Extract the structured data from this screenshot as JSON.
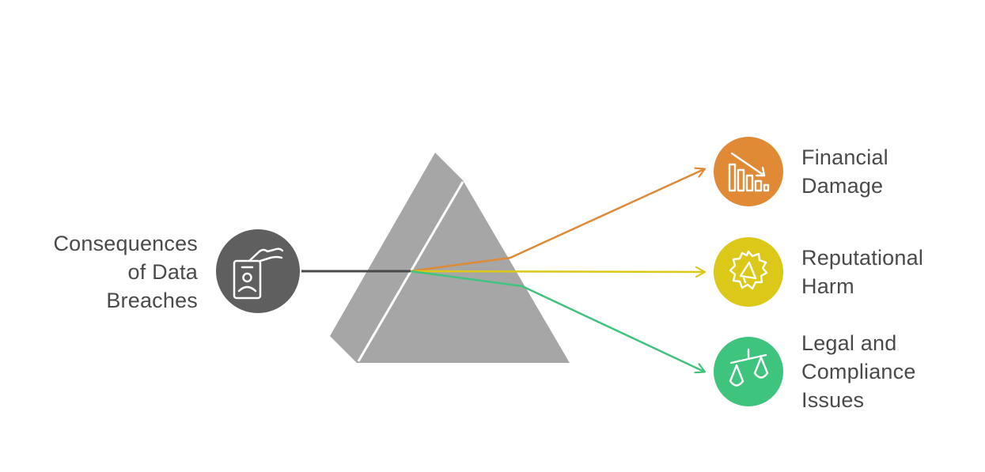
{
  "source": {
    "lines": [
      "Consequences",
      "of Data",
      "Breaches"
    ],
    "icon": "id-card-hand-icon",
    "color": "#5f5f5f"
  },
  "prism_color": "#a6a6a6",
  "outputs": [
    {
      "lines": [
        "Financial",
        "Damage"
      ],
      "icon": "chart-down-icon",
      "color": "#e08a35"
    },
    {
      "lines": [
        "Reputational",
        "Harm"
      ],
      "icon": "megaphone-badge-icon",
      "color": "#dcc819"
    },
    {
      "lines": [
        "Legal and",
        "Compliance",
        "Issues"
      ],
      "icon": "scales-icon",
      "color": "#3fc47e"
    }
  ]
}
